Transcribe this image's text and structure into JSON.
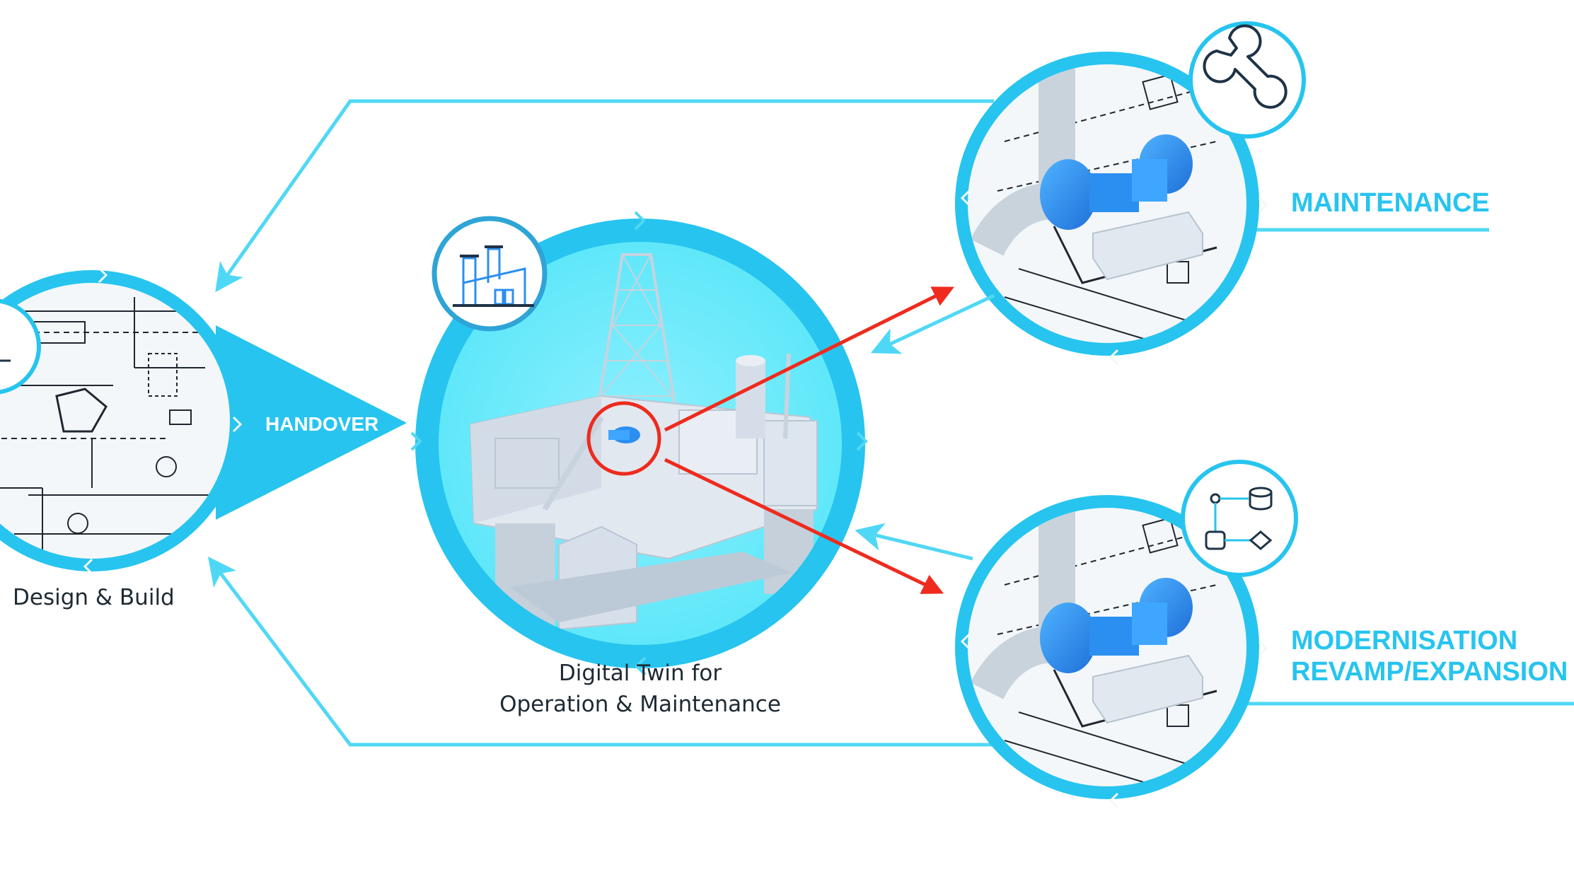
{
  "colors": {
    "accent": "#27c4ef",
    "accent_light": "#4fd8f5",
    "ring_dark": "#1fb7ea",
    "icon_stroke": "#1e3346",
    "highlight_red": "#ee2b1e",
    "pump_blue": "#2a8ff0",
    "pipe_grey": "#c9d3dc",
    "schematic_line": "#1f2730"
  },
  "nodes": {
    "design_build": {
      "caption": "Design & Build",
      "icon": "circle-icon-partial"
    },
    "digital_twin": {
      "caption_line1": "Digital Twin for",
      "caption_line2": "Operation & Maintenance",
      "icon": "factory-icon",
      "image": "offshore-platform-3d-model"
    },
    "maintenance": {
      "label": "MAINTENANCE",
      "icon": "wrench-icon",
      "image": "pump-3d-model"
    },
    "modernisation": {
      "label_line1": "MODERNISATION",
      "label_line2": "REVAMP/EXPANSION",
      "icon": "flowchart-icon",
      "image": "pump-3d-model"
    }
  },
  "connectors": {
    "handover_label": "HANDOVER"
  }
}
